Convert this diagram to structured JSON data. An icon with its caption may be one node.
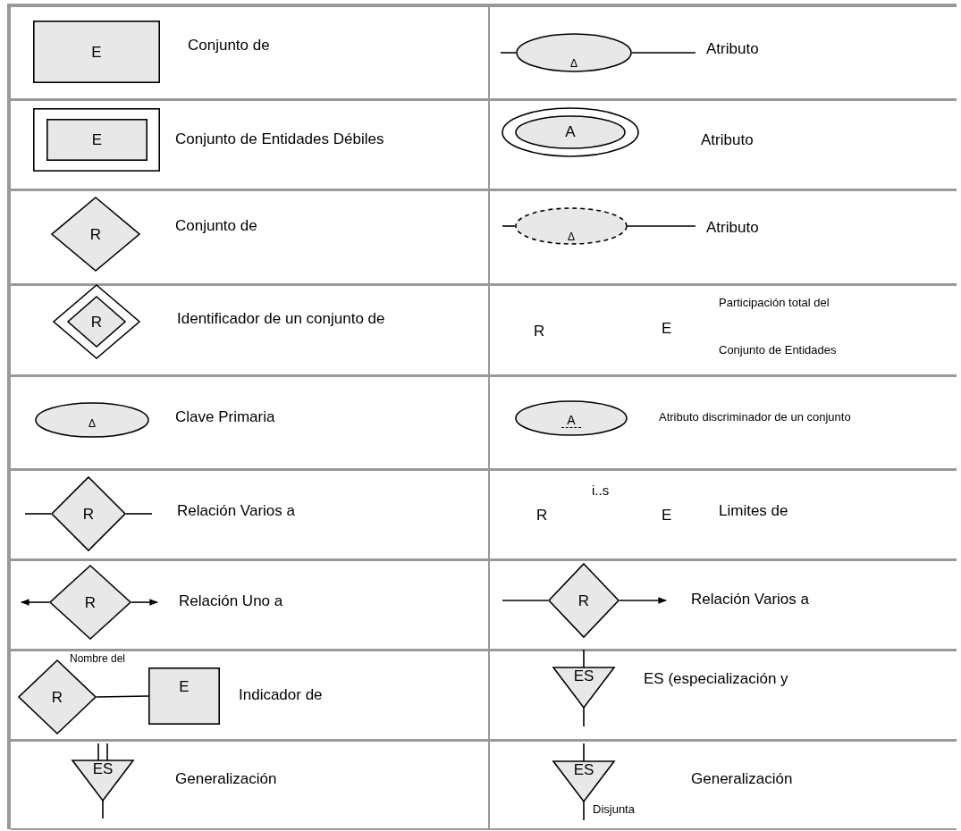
{
  "diagram": {
    "nodes": [
      {
        "text": [
          "E"
        ]
      },
      {
        "text": [],
        "shape": "box"
      },
      {
        "text": [
          "E"
        ],
        "in": 1
      },
      {
        "text": [
          "R"
        ]
      },
      {
        "text": [],
        "shape": "diamond"
      },
      {
        "text": [
          "R"
        ],
        "in": 4
      },
      {
        "text": [
          "Δ"
        ]
      },
      {
        "text": [
          "R"
        ]
      },
      {
        "text": [
          "R"
        ]
      },
      {
        "text": [
          "R"
        ]
      },
      {
        "text": [
          "E"
        ]
      },
      {
        "text": [
          "ES"
        ]
      },
      {
        "text": [
          "Δ"
        ]
      },
      {
        "text": [],
        "shape": "ellipse"
      },
      {
        "text": [
          "A"
        ],
        "in": 13
      },
      {
        "text": [
          "Δ"
        ]
      },
      {
        "text": [
          "A"
        ]
      },
      {
        "text": [
          "R"
        ]
      },
      {
        "text": [
          "ES"
        ]
      },
      {
        "text": [
          "ES"
        ],
        "beside": [
          "Disjunta"
        ]
      }
    ],
    "edges": [
      {
        "from": null,
        "to": 7,
        "arrow": "none"
      },
      {
        "from": 7,
        "to": null,
        "arrow": "none"
      },
      {
        "from": 8,
        "to": null,
        "arrow": "to"
      },
      {
        "from": 8,
        "to": null,
        "arrow": "to"
      },
      {
        "from": 9,
        "to": 10,
        "arrow": "none"
      },
      {
        "from": null,
        "to": 11,
        "arrow": "none"
      },
      {
        "from": null,
        "to": 11,
        "arrow": "none"
      },
      {
        "from": 11,
        "to": null,
        "arrow": "none"
      },
      {
        "from": null,
        "to": 12,
        "arrow": "none"
      },
      {
        "from": 12,
        "to": null,
        "arrow": "none"
      },
      {
        "from": null,
        "to": 15,
        "arrow": "none"
      },
      {
        "from": 15,
        "to": null,
        "arrow": "none"
      },
      {
        "from": null,
        "to": 17,
        "arrow": "none"
      },
      {
        "from": 17,
        "to": null,
        "arrow": "to"
      },
      {
        "from": null,
        "to": 18,
        "arrow": "none"
      },
      {
        "from": 18,
        "to": null,
        "arrow": "none"
      },
      {
        "from": null,
        "to": 19,
        "arrow": "none"
      },
      {
        "from": 19,
        "to": null,
        "arrow": "none"
      }
    ],
    "labels": [
      "Conjunto de",
      "Atributo",
      "Conjunto de Entidades Débiles",
      "Atributo",
      "Conjunto de",
      "Atributo",
      "Identificador de un conjunto de",
      "R",
      "E",
      "Participación total del",
      "Conjunto de Entidades",
      "Clave Primaria",
      "Atributo discriminador de un conjunto",
      "Relación Varios a",
      "R",
      "i..s",
      "E",
      "Limites de",
      "Relación Uno a",
      "Relación Varios a",
      "Nombre del",
      "Indicador de",
      "ES (especialización y",
      "Generalización",
      "Generalización"
    ]
  }
}
